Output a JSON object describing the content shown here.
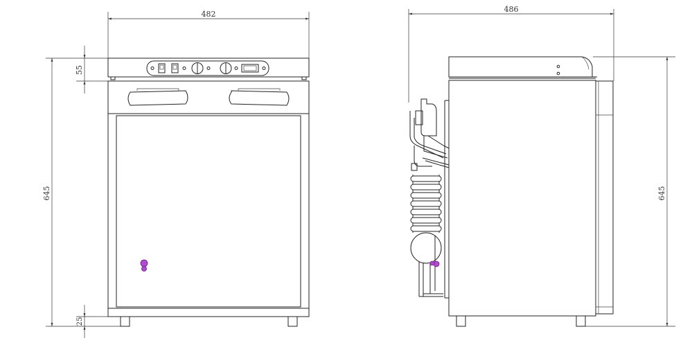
{
  "front_view": {
    "width_label": "482",
    "height_label": "645",
    "top_section_label": "55",
    "feet_label": "25"
  },
  "side_view": {
    "depth_label": "486",
    "height_label": "645"
  },
  "colors": {
    "lines": "#222222",
    "accent_knob": "#b04ad0"
  }
}
